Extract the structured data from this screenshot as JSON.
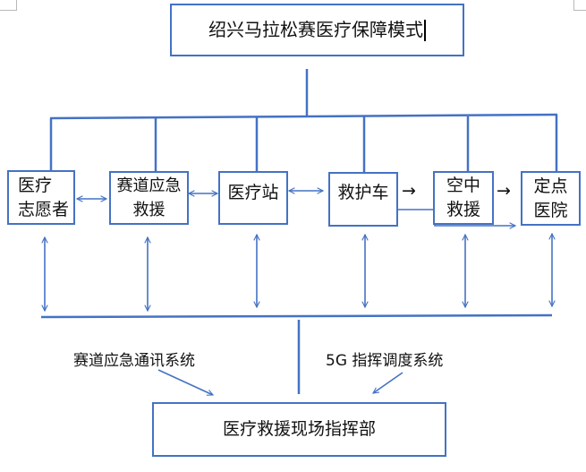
{
  "diagram": {
    "title": "绍兴马拉松赛医疗保障模式",
    "nodes": [
      {
        "id": "medical-volunteers",
        "lines": [
          "医疗",
          "志愿者"
        ]
      },
      {
        "id": "course-emergency-rescue",
        "lines": [
          "赛道应急",
          "救援"
        ]
      },
      {
        "id": "medical-station",
        "lines": [
          "医疗站"
        ]
      },
      {
        "id": "ambulance",
        "lines": [
          "救护车"
        ]
      },
      {
        "id": "air-rescue",
        "lines": [
          "空中",
          "救援"
        ]
      },
      {
        "id": "designated-hospital",
        "lines": [
          "定点",
          "医院"
        ]
      }
    ],
    "flow_arrows": [
      "→",
      "→"
    ],
    "systems": {
      "left": "赛道应急通讯系统",
      "right": "5G 指挥调度系统"
    },
    "command_center": "医疗救援现场指挥部"
  },
  "colors": {
    "stroke": "#4472C4",
    "text": "#111111",
    "background": "#ffffff"
  }
}
